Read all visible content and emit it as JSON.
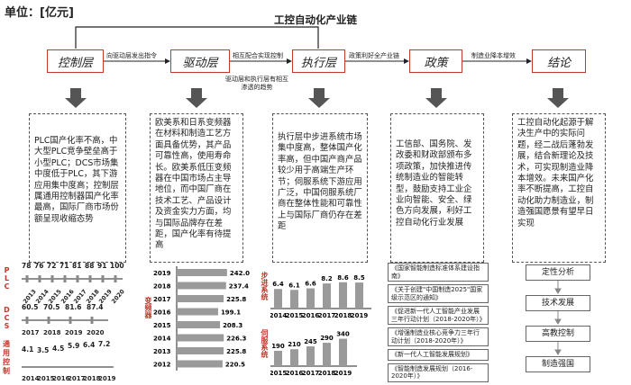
{
  "unit_label": "单位：[亿元]",
  "chain_title": "工控自动化产业链",
  "boxes": {
    "control": "控制层",
    "drive": "驱动层",
    "execute": "执行层",
    "policy": "政策",
    "conclusion": "结论"
  },
  "arrows": {
    "control_to_drive": "向驱动层发出指令",
    "drive_execute": "相互配合实现控制",
    "drive_execute_note": "驱动层和执行层有相互\n渗透的趋势",
    "execute_to_policy": "政策利好全产业链",
    "policy_to_conclusion": "制造业降本增效"
  },
  "descriptions": {
    "control": "PLC国产化率不高，中大型PLC竞争壁垒高于小型PLC；DCS市场集中度低于PLC，其下游应用集中度高；控制层属通用控制器国产化率最高，国际厂商市场份额呈现收缩态势",
    "drive": "欧美系和日系变频器在材料和制造工艺方面具备优势，其产品可靠性高，使用寿命长。欧美系低压变频器在中国市场占主导地位，而中国厂商在技术工艺、产品设计及资金实力方面，均与国际品牌存在差距，国产化率有待提高",
    "execute": "执行层中步进系统市场集中度高，整体国产化率高，但中国产商产品较少用于高端生产环节；伺服系统下游应用广泛，中国伺服系统厂商在整体性能和可靠性上与国际厂商仍存在差距",
    "policy": "工信部、国务院、发改委和财政部颁布多项政策，加快推进传统制造业的智能转型，鼓励支持工业企业向智能、安全、绿色方向发展，利好工控自动化行业发展",
    "conclusion": "工控自动化起源于解决生产中的实际问题，经二战后蓬勃发展，结合新理论及技术，可实现制造业降本增效。未来国产化率不断提高，工控自动化助力制造业，制造强国愿景有望早日实现"
  },
  "control_charts": {
    "plc": {
      "label": "PLC",
      "values": [
        "78",
        "76",
        "72",
        "71",
        "81",
        "88",
        "91",
        "100"
      ],
      "years": [
        "2013",
        "2014",
        "2015",
        "2016",
        "2017",
        "2018",
        "2019",
        "2020"
      ]
    },
    "dcs": {
      "label": "DCS",
      "values": [
        "60.5",
        "70.5",
        "81.6",
        "87.4"
      ],
      "years": [
        "2017",
        "2018",
        "2019",
        "2020"
      ]
    },
    "general": {
      "label": "通用控制",
      "values": [
        "4.1",
        "3.5",
        "4.5",
        "5.9",
        "6.4",
        "7.2"
      ],
      "years": [
        "2014",
        "2015",
        "2016",
        "2017",
        "2018",
        "2019"
      ]
    }
  },
  "chart_data": [
    {
      "type": "bar",
      "title": "变频器",
      "categories": [
        "2019",
        "2018",
        "2017",
        "2016",
        "2015",
        "2014",
        "2013",
        "2012"
      ],
      "values": [
        242.0,
        237.4,
        225.8,
        199.1,
        208.3,
        226.3,
        225.8,
        220.5
      ],
      "value_labels": [
        "242.0",
        "237.4",
        "225.8",
        "199.1",
        "208.3",
        "226.3",
        "225.8",
        "220.5"
      ],
      "orientation": "horizontal",
      "xlim": [
        0,
        260
      ]
    },
    {
      "type": "bar",
      "title": "步进系统",
      "categories": [
        "2014",
        "2015",
        "2016",
        "2017",
        "2018",
        "2019"
      ],
      "values": [
        6.4,
        6.1,
        6.6,
        8.2,
        8.6,
        8.5
      ],
      "value_labels": [
        "6.4",
        "6.1",
        "6.6",
        "8.2",
        "8.6",
        "8.5"
      ],
      "ylim": [
        0,
        10
      ]
    },
    {
      "type": "bar",
      "title": "伺服系统",
      "categories": [
        "2015",
        "2016",
        "2017",
        "2018",
        "2019"
      ],
      "values": [
        190,
        210,
        245,
        290,
        340
      ],
      "value_labels": [
        "190",
        "210",
        "245",
        "290",
        "340"
      ],
      "ylim": [
        0,
        380
      ]
    }
  ],
  "policies": [
    "《国家智能制造标准体系建设指南》",
    "《关于创建\"中国制造2025\"国家级示范区的通知》",
    "《促进新一代人工智能产业发展三年行动计划（2018-2020年）》",
    "《增强制造业核心竞争力三年行动计划（2018-2020年）》",
    "《新一代人工智能发展规划》",
    "《智能制造发展规划（2016-2020年）》"
  ],
  "flow_steps": [
    "定性分析",
    "技术发展",
    "高教控制",
    "制造强国"
  ],
  "colors": {
    "accent": "#c0392b",
    "bar": "#9a9a9a",
    "frame": "#555555"
  }
}
